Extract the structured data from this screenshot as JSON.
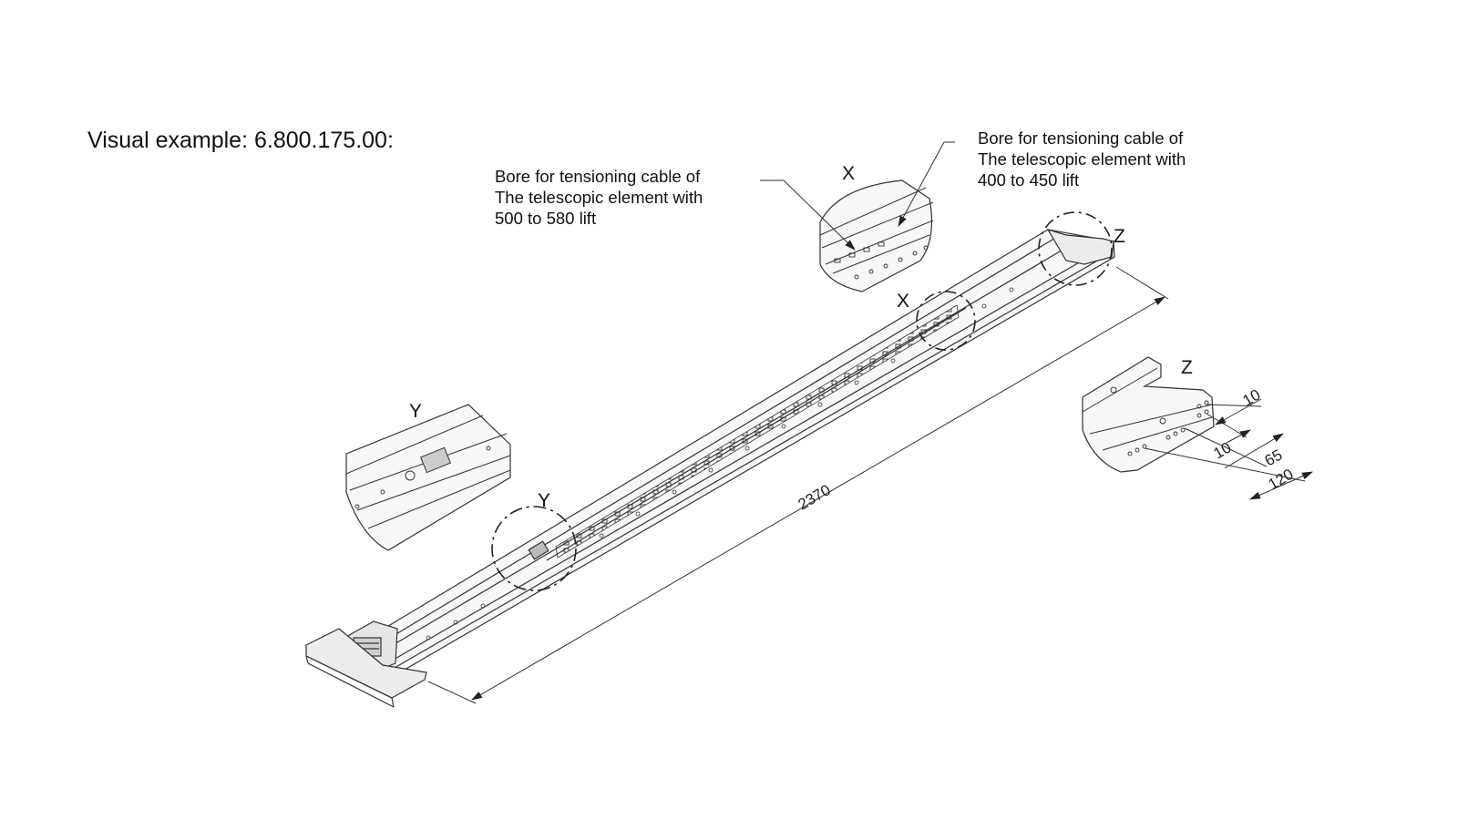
{
  "title": "Visual example:  6.800.175.00:",
  "notes": {
    "left": {
      "line1": "Bore for tensioning cable of",
      "line2": "The telescopic element with",
      "line3": "500 to 580 lift"
    },
    "right": {
      "line1": "Bore for tensioning cable of",
      "line2": "The telescopic element with",
      "line3": "400 to 450 lift"
    }
  },
  "detail_labels": {
    "x": "X",
    "y": "Y",
    "z": "Z"
  },
  "dimensions": {
    "overall_length": "2370",
    "z_10_top": "10",
    "z_10_bottom": "10",
    "z_65": "65",
    "z_120": "120"
  }
}
